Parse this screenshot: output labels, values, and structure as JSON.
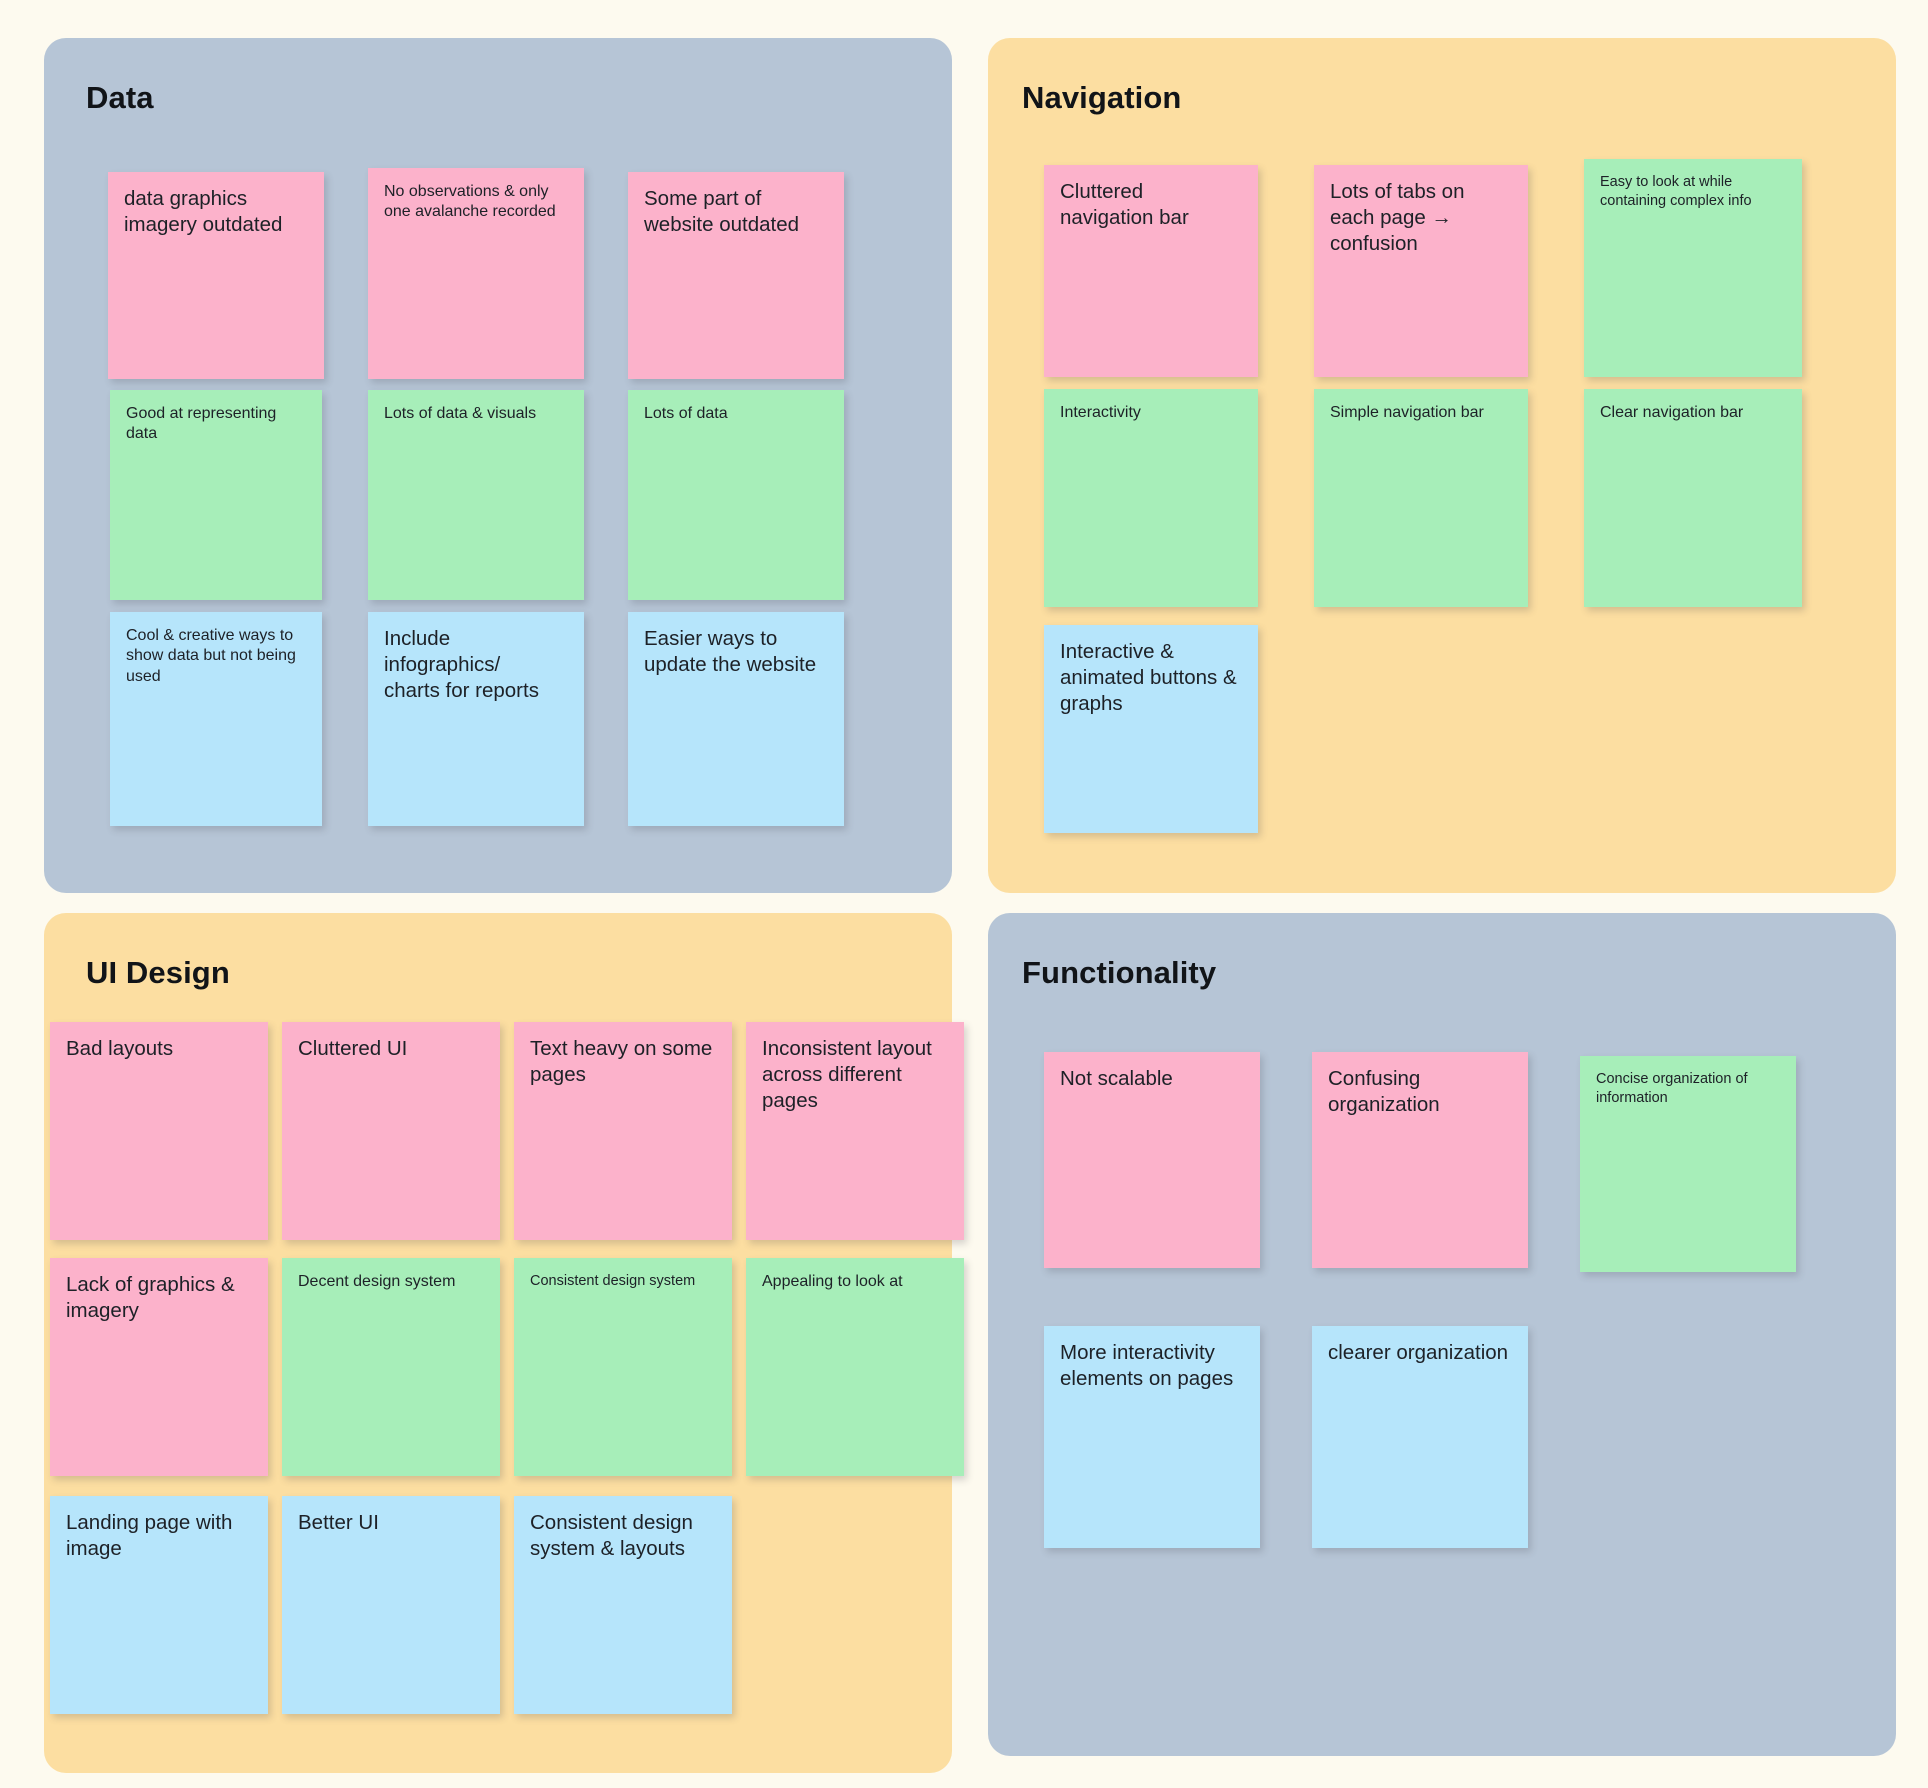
{
  "board": {
    "background_color": "#fdfaef",
    "note_colors": {
      "pink": "#fcb2cb",
      "green": "#a7eeb9",
      "blue": "#b6e5fb"
    },
    "panel_colors": {
      "slate": "#b6c5d6",
      "amber": "#fcdea1"
    }
  },
  "quadrants": [
    {
      "id": "data",
      "title": "Data",
      "panel_color": "#b6c5d6",
      "notes": [
        {
          "text": "data graphics imagery outdated",
          "color": "pink",
          "size": "lg"
        },
        {
          "text": "No observations & only one avalanche recorded",
          "color": "pink",
          "size": "sm"
        },
        {
          "text": "Some part of website outdated",
          "color": "pink",
          "size": "lg"
        },
        {
          "text": "Good at representing data",
          "color": "green",
          "size": "sm"
        },
        {
          "text": "Lots of data & visuals",
          "color": "green",
          "size": "sm"
        },
        {
          "text": "Lots of data",
          "color": "green",
          "size": "sm"
        },
        {
          "text": "Cool & creative ways to show data but not being used",
          "color": "blue",
          "size": "sm"
        },
        {
          "text": "Include infographics/\ncharts for reports",
          "color": "blue",
          "size": "lg"
        },
        {
          "text": "Easier ways to update the website",
          "color": "blue",
          "size": "lg"
        }
      ]
    },
    {
      "id": "navigation",
      "title": "Navigation",
      "panel_color": "#fcdea1",
      "notes": [
        {
          "text": "Cluttered navigation bar",
          "color": "pink",
          "size": "lg"
        },
        {
          "text": "Lots of tabs on each page → confusion",
          "color": "pink",
          "size": "lg"
        },
        {
          "text": "Easy to look at while containing complex info",
          "color": "green",
          "size": "xs"
        },
        {
          "text": "Interactivity",
          "color": "green",
          "size": "sm"
        },
        {
          "text": "Simple navigation bar",
          "color": "green",
          "size": "sm"
        },
        {
          "text": "Clear navigation bar",
          "color": "green",
          "size": "sm"
        },
        {
          "text": "Interactive & animated buttons & graphs",
          "color": "blue",
          "size": "lg"
        }
      ]
    },
    {
      "id": "ui-design",
      "title": "UI Design",
      "panel_color": "#fcdea1",
      "notes": [
        {
          "text": "Bad layouts",
          "color": "pink",
          "size": "lg"
        },
        {
          "text": "Cluttered UI",
          "color": "pink",
          "size": "lg"
        },
        {
          "text": "Text heavy on some pages",
          "color": "pink",
          "size": "lg"
        },
        {
          "text": "Inconsistent layout across different pages",
          "color": "pink",
          "size": "lg"
        },
        {
          "text": "Lack of graphics & imagery",
          "color": "pink",
          "size": "lg"
        },
        {
          "text": "Decent design system",
          "color": "green",
          "size": "sm"
        },
        {
          "text": "Consistent design system",
          "color": "green",
          "size": "xs"
        },
        {
          "text": "Appealing to look at",
          "color": "green",
          "size": "sm"
        },
        {
          "text": "Landing page with image",
          "color": "blue",
          "size": "lg"
        },
        {
          "text": "Better UI",
          "color": "blue",
          "size": "lg"
        },
        {
          "text": "Consistent design system & layouts",
          "color": "blue",
          "size": "lg"
        }
      ]
    },
    {
      "id": "functionality",
      "title": "Functionality",
      "panel_color": "#b6c5d6",
      "notes": [
        {
          "text": "Not scalable",
          "color": "pink",
          "size": "lg"
        },
        {
          "text": "Confusing organization",
          "color": "pink",
          "size": "lg"
        },
        {
          "text": "Concise organization of information",
          "color": "green",
          "size": "xs"
        },
        {
          "text": "More interactivity elements on pages",
          "color": "blue",
          "size": "lg"
        },
        {
          "text": "clearer organization",
          "color": "blue",
          "size": "lg"
        }
      ]
    }
  ]
}
